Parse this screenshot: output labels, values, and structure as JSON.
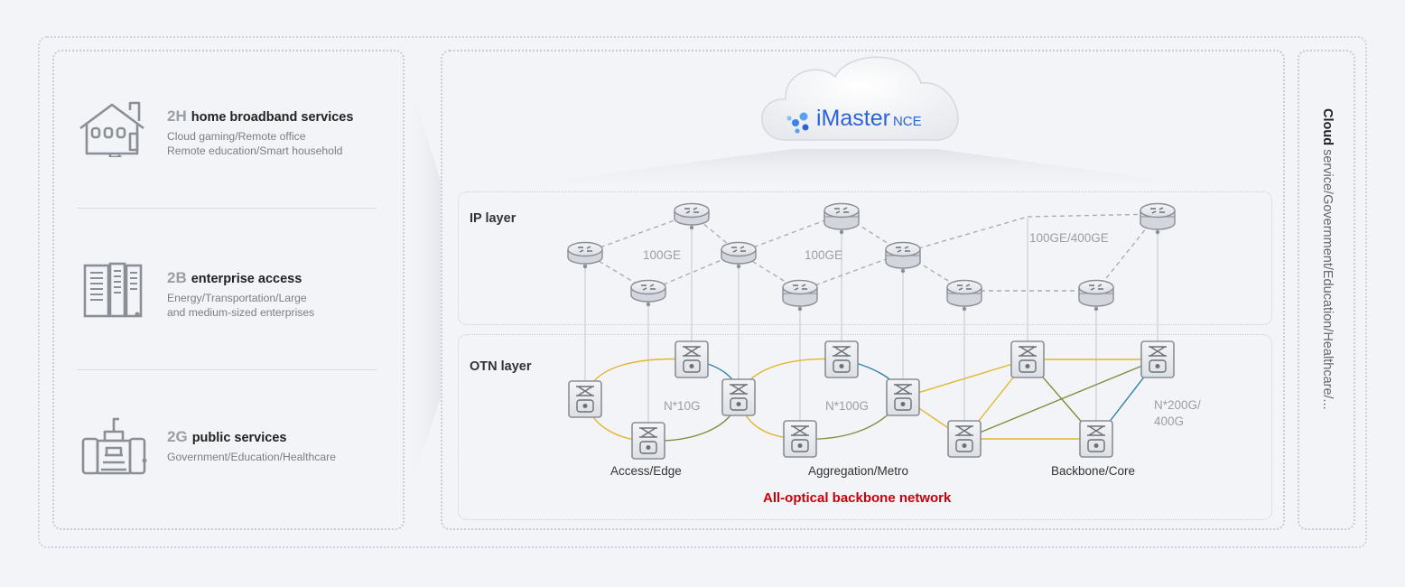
{
  "services": [
    {
      "code": "2H",
      "title": "home broadband services",
      "lines": [
        "Cloud gaming/Remote office",
        "Remote education/Smart household"
      ],
      "icon": "house-icon"
    },
    {
      "code": "2B",
      "title": "enterprise access",
      "lines": [
        "Energy/Transportation/Large",
        "and medium-sized enterprises"
      ],
      "icon": "building-icon"
    },
    {
      "code": "2G",
      "title": "public services",
      "lines": [
        "Government/Education/Healthcare"
      ],
      "icon": "government-icon"
    }
  ],
  "controller": {
    "name": "iMaster",
    "suffix": "NCE",
    "icon": "imaster-logo-icon",
    "accent": "#2b63d9"
  },
  "layers": {
    "ip": "IP layer",
    "otn": "OTN layer"
  },
  "ip_speeds": [
    "100GE",
    "100GE",
    "100GE/400GE"
  ],
  "otn_speeds": [
    "N*10G",
    "N*100G",
    "N*200G/",
    "400G"
  ],
  "segments": [
    "Access/Edge",
    "Aggregation/Metro",
    "Backbone/Core"
  ],
  "caption": "All-optical backbone network",
  "caption_color": "#c7000b",
  "cloud_side": {
    "bold": "Cloud",
    "rest": " service/Government/Education/Healthcare/..."
  },
  "link_colors": {
    "fiber_yellow": "#e3b52a",
    "fiber_blue": "#2a7fa8",
    "fiber_green": "#7d8f3c",
    "dashed": "#a8adb6"
  }
}
